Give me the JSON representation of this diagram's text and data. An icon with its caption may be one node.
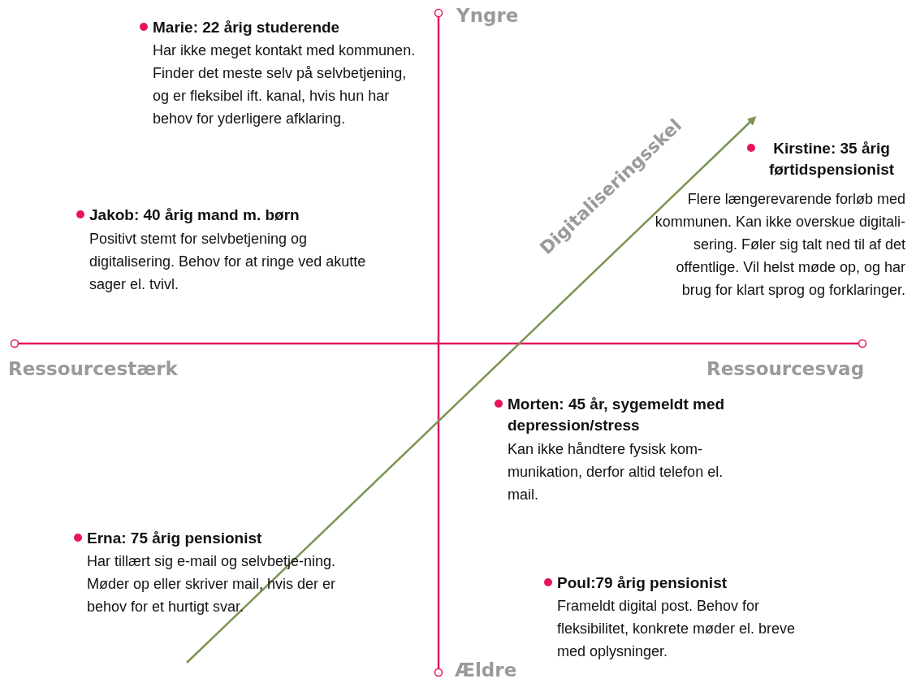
{
  "diagram": {
    "labels": [
      "Yngre",
      "Marie: 22 årig studerende",
      "Har ikke meget kontakt med kommunen. Finder det meste selv på selvbetjening, og er fleksibel ift. kanal, hvis hun har behov for yderligere afklaring.",
      "Kirstine: 35 årig førtidspensionist",
      "Flere længerevarende forløb med kommunen. Kan ikke overskue digitali-sering. Føler sig talt ned til af det offentlige. Vil helst møde op, og har brug for klart sprog og forklaringer.",
      "Digitaliseringsskel",
      "Jakob: 40 årig mand m. børn",
      "Positivt stemt for selvbetjening og digitalisering. Behov for at ringe ved akutte sager el. tvivl.",
      "Ressourcestærk",
      "Ressourcesvag",
      "Morten: 45 år, sygemeldt med depression/stress",
      "Kan ikke håndtere fysisk kom-munikation, derfor altid telefon el. mail.",
      "Erna: 75 årig pensionist",
      "Har tillært sig e-mail og selvbetje-ning. Møder op eller skriver mail, hvis der er behov for et hurtigt svar.",
      "Poul:79 årig pensionist",
      "Frameldt digital post. Behov for fleksibilitet, konkrete møder el. breve med oplysninger.",
      "Ældre"
    ]
  }
}
